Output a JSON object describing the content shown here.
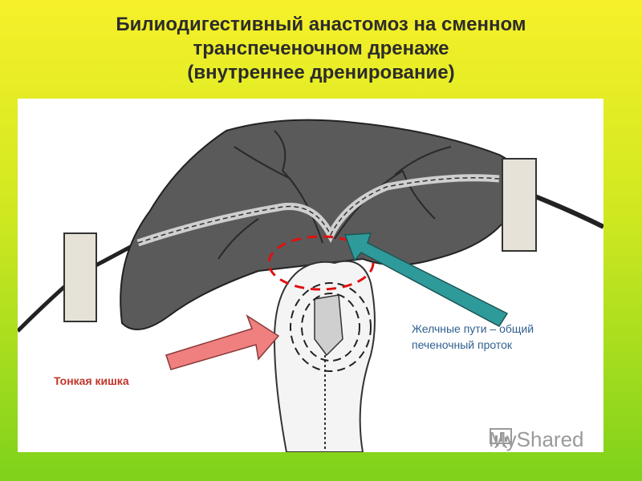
{
  "slide": {
    "title_lines": [
      "Билиодигестивный анастомоз на сменном",
      "транспеченочном дренаже",
      "(внутреннее дренирование)"
    ]
  },
  "labels": {
    "bile_duct_line1": "Желчные пути – общий",
    "bile_duct_line2": "печеночный проток",
    "small_intestine": "Тонкая кишка"
  },
  "watermark": {
    "text": "MyShared"
  },
  "colors": {
    "background_top": "#f6f02a",
    "background_bottom": "#7fd21c",
    "bile_arrow": "#2e9a9a",
    "bowel_arrow": "#f08080",
    "highlight_dash": "#e01010",
    "liver_fill": "#5a5a5a"
  }
}
